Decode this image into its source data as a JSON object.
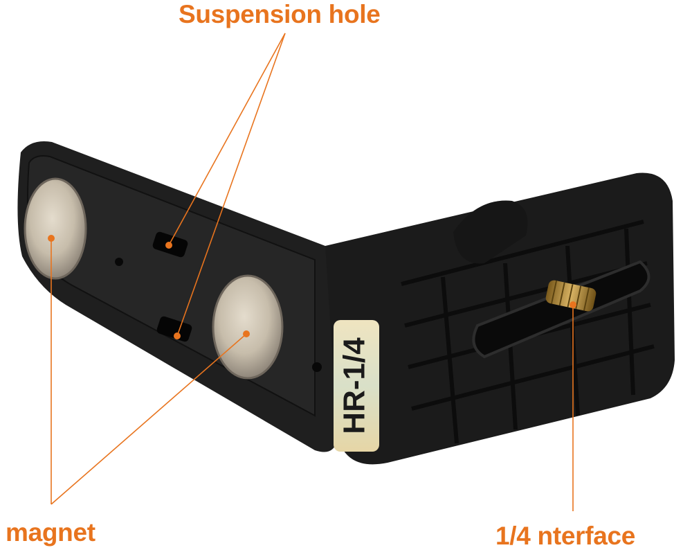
{
  "callouts": {
    "suspension_hole": "Suspension hole",
    "magnet": "magnet",
    "interface": "1/4 nterface"
  },
  "product_marking": "HR-1/4",
  "colors": {
    "callout": "#e8741e",
    "bracket": "#1e1e1e",
    "magnet_metal": "#c9bfae",
    "brass_screw": "#b8913a",
    "marking_plate": "#e9ddb8"
  }
}
